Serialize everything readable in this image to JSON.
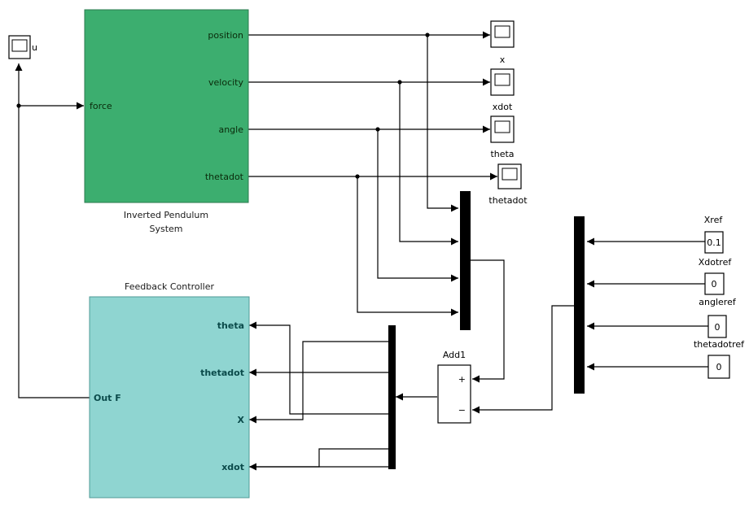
{
  "colors": {
    "plant": "#3cae6f",
    "controller": "#8fd5d1",
    "mux": "#000000",
    "wire": "#000000"
  },
  "plant": {
    "title_line1": "Inverted Pendulum",
    "title_line2": "System",
    "input": "force",
    "outputs": [
      "position",
      "velocity",
      "angle",
      "thetadot"
    ]
  },
  "controller": {
    "title": "Feedback Controller",
    "inputs": [
      "theta",
      "thetadot",
      "X",
      "xdot"
    ],
    "output": "Out F"
  },
  "scopes": [
    {
      "name": "u",
      "icon": "scope-icon"
    },
    {
      "name": "x",
      "icon": "scope-icon"
    },
    {
      "name": "xdot",
      "icon": "scope-icon"
    },
    {
      "name": "theta",
      "icon": "scope-icon"
    },
    {
      "name": "thetadot",
      "icon": "scope-icon"
    }
  ],
  "sum_block": {
    "name": "Add1",
    "signs": [
      "+",
      "−"
    ]
  },
  "constants": [
    {
      "name": "Xref",
      "value": "0.1"
    },
    {
      "name": "Xdotref",
      "value": "0"
    },
    {
      "name": "angleref",
      "value": "0"
    },
    {
      "name": "thetadotref",
      "value": "0"
    }
  ]
}
